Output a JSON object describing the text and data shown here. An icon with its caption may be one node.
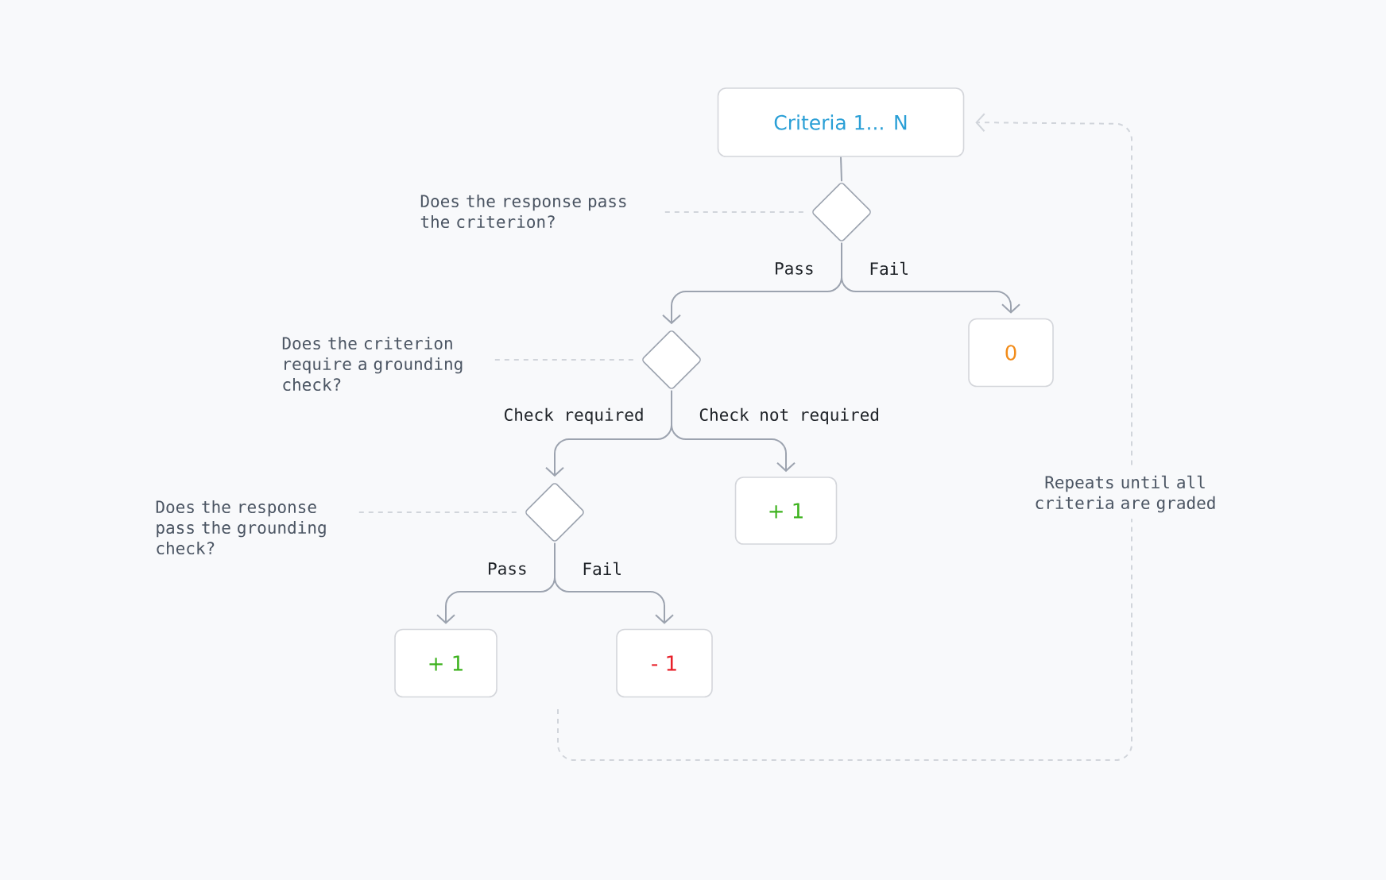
{
  "diagram": {
    "nodes": [
      {
        "text": [
          "Criteria 1... N"
        ]
      },
      {
        "text": [],
        "shape": "diamond"
      },
      {
        "text": [
          "Does the response pass the criterion?"
        ]
      },
      {
        "text": [
          "0"
        ]
      },
      {
        "text": [],
        "shape": "diamond"
      },
      {
        "text": [
          "Does the criterion require a grounding check?"
        ]
      },
      {
        "text": [
          "+ 1"
        ]
      },
      {
        "text": [],
        "shape": "diamond"
      },
      {
        "text": [
          "Does the response pass the grounding check?"
        ]
      },
      {
        "text": [
          "+ 1"
        ]
      },
      {
        "text": [
          "- 1"
        ]
      }
    ],
    "edges": [
      {
        "from": 0,
        "to": 1,
        "arrow": "none"
      },
      {
        "from": 2,
        "to": 1,
        "arrow": "none",
        "style": "dashed",
        "color": "#d1d5db"
      },
      {
        "from": 1,
        "to": 4,
        "arrow": "to",
        "label": "Pass"
      },
      {
        "from": 1,
        "to": 3,
        "arrow": "to",
        "label": "Fail"
      },
      {
        "from": 5,
        "to": 4,
        "arrow": "none",
        "style": "dashed",
        "color": "#d1d5db"
      },
      {
        "from": 4,
        "to": 7,
        "arrow": "to",
        "label": "Check required"
      },
      {
        "from": 4,
        "to": 6,
        "arrow": "to",
        "label": "Check not required"
      },
      {
        "from": 8,
        "to": 7,
        "arrow": "none",
        "style": "dashed",
        "color": "#d1d5db"
      },
      {
        "from": 7,
        "to": 9,
        "arrow": "to",
        "label": "Pass"
      },
      {
        "from": 7,
        "to": 10,
        "arrow": "to",
        "label": "Fail"
      },
      {
        "from": null,
        "to": 0,
        "arrow": "to",
        "style": "dashed",
        "color": "#d1d5db",
        "label": "Repeats until all criteria are graded"
      }
    ]
  }
}
